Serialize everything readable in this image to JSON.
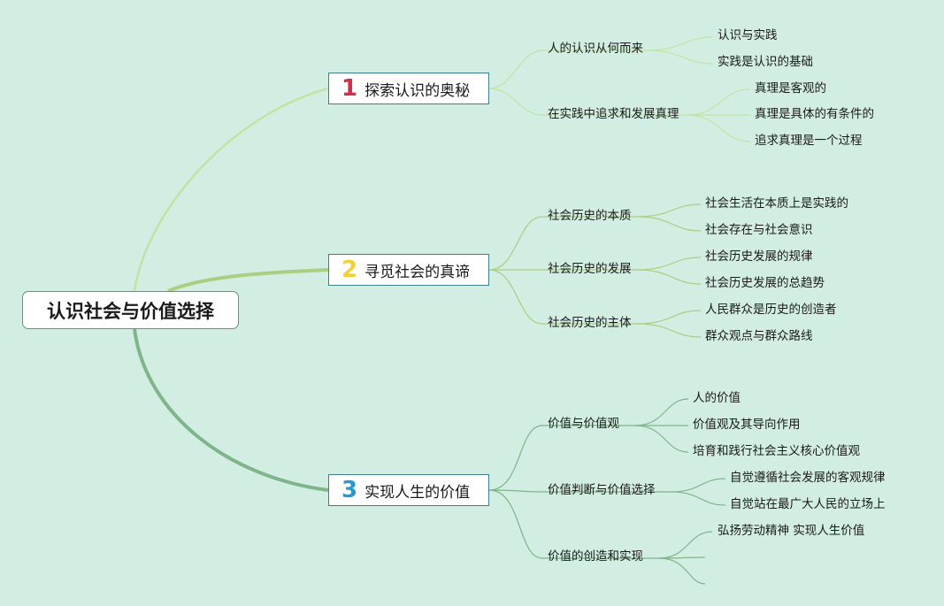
{
  "root": {
    "label": "认识社会与价值选择"
  },
  "topics": [
    {
      "number": "1",
      "label": "探索认识的奥秘",
      "subs": [
        {
          "label": "人的认识从何而来",
          "leaves": [
            "认识与实践",
            "实践是认识的基础"
          ]
        },
        {
          "label": "在实践中追求和发展真理",
          "leaves": [
            "真理是客观的",
            "真理是具体的有条件的",
            "追求真理是一个过程"
          ]
        }
      ]
    },
    {
      "number": "2",
      "label": "寻觅社会的真谛",
      "subs": [
        {
          "label": "社会历史的本质",
          "leaves": [
            "社会生活在本质上是实践的",
            "社会存在与社会意识"
          ]
        },
        {
          "label": "社会历史的发展",
          "leaves": [
            "社会历史发展的规律",
            "社会历史发展的总趋势"
          ]
        },
        {
          "label": "社会历史的主体",
          "leaves": [
            "人民群众是历史的创造者",
            "群众观点与群众路线"
          ]
        }
      ]
    },
    {
      "number": "3",
      "label": "实现人生的价值",
      "subs": [
        {
          "label": "价值与价值观",
          "leaves": [
            "人的价值",
            "价值观及其导向作用",
            "培育和践行社会主义核心价值观"
          ]
        },
        {
          "label": "价值判断与价值选择",
          "leaves": [
            "自觉遵循社会发展的客观规律",
            "自觉站在最广大人民的立场上"
          ]
        },
        {
          "label": "价值的创造和实现",
          "leaves": [
            "弘扬劳动精神 实现人生价值",
            "",
            ""
          ]
        }
      ]
    }
  ],
  "colors": {
    "background": "#d2eee2",
    "branch1": "#c3e3a4",
    "branch2": "#a9cf82",
    "branch3": "#7fb58b",
    "topic_border": "#3d7f8c",
    "num1": "#d32f47",
    "num2": "#f4cf3c",
    "num3": "#2a97cf"
  }
}
